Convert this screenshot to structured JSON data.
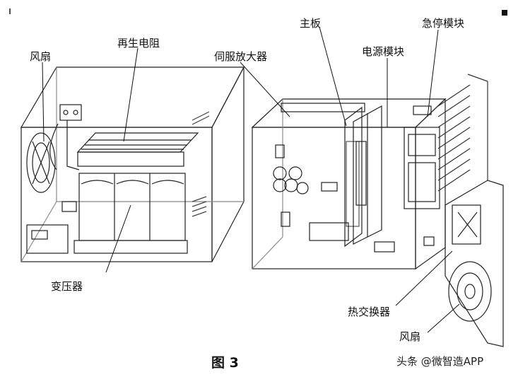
{
  "labels": {
    "fan_left": "风扇",
    "regen_resistor": "再生电阻",
    "servo_amp": "伺服放大器",
    "main_board": "主板",
    "power_module": "电源模块",
    "estop_module": "急停模块",
    "transformer": "变压器",
    "heat_exchanger": "热交换器",
    "fan_right": "风扇"
  },
  "caption": "图 3",
  "watermark": "头条 @微智造APP"
}
